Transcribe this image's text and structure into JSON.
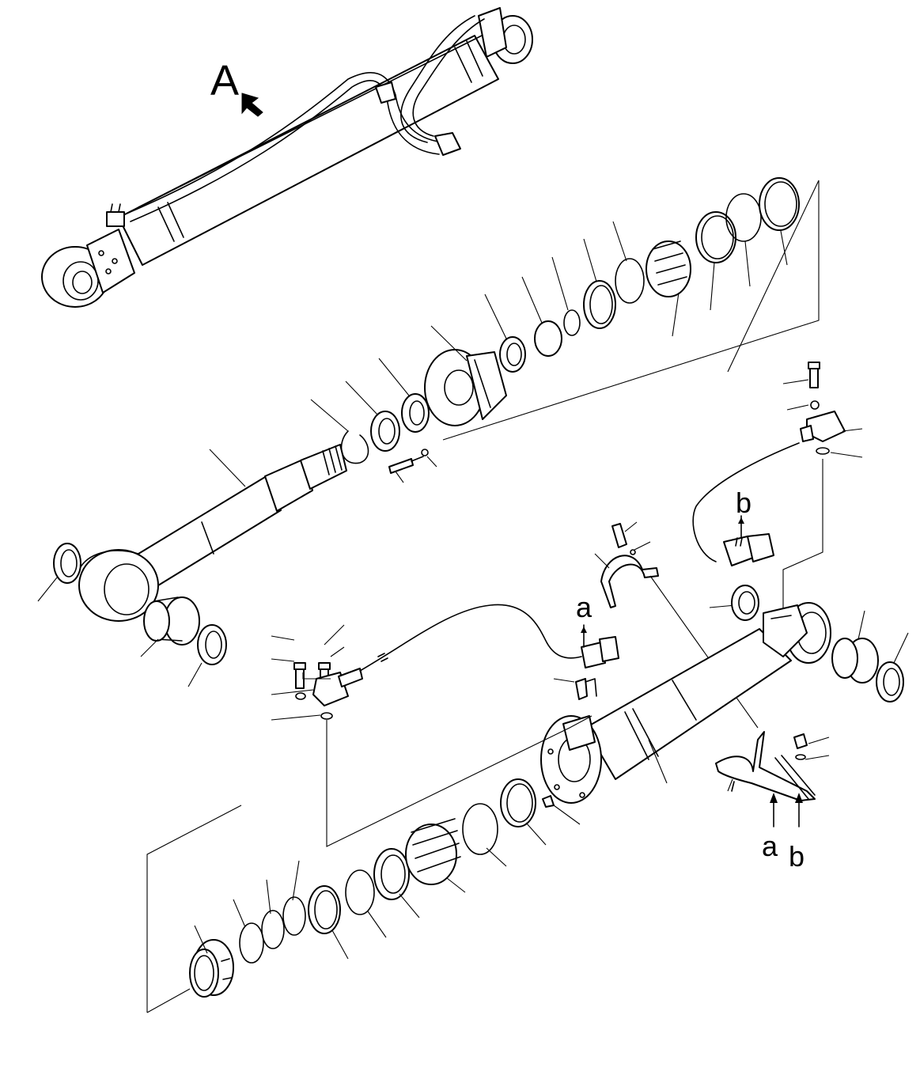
{
  "diagram": {
    "labels": {
      "view_a": "A",
      "ref_a_upper": "a",
      "ref_b_upper": "b",
      "ref_a_lower": "a",
      "ref_b_lower": "b"
    }
  }
}
